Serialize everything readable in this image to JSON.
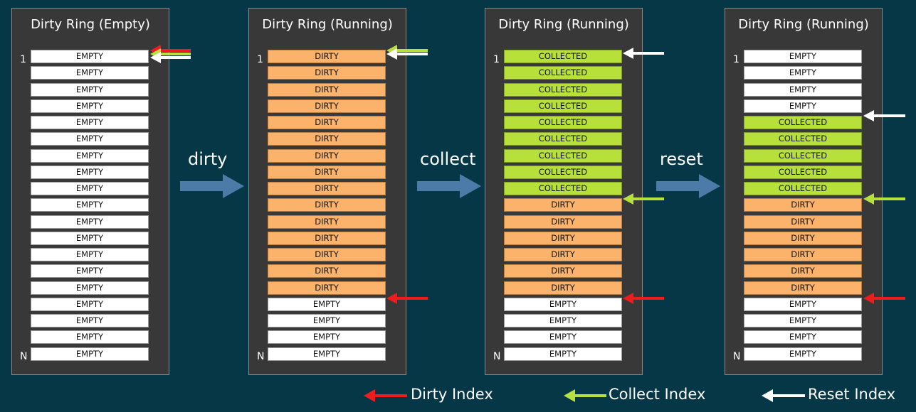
{
  "colors": {
    "background": "#053747",
    "panel": "#383838",
    "empty": "#ffffff",
    "dirty": "#fbb36b",
    "collected": "#b7e03a",
    "dirty_index": "#ee1c1c",
    "collect_index": "#b5e03d",
    "reset_index": "#ffffff",
    "step_arrow": "#4d7ba8"
  },
  "labels": {
    "empty": "EMPTY",
    "dirty": "DIRTY",
    "collected": "COLLECTED",
    "first_index": "1",
    "last_index": "N"
  },
  "panels": [
    {
      "title": "Dirty Ring (Empty)",
      "collected": 0,
      "dirty": 0
    },
    {
      "title": "Dirty Ring (Running)",
      "collected": 0,
      "dirty": 15
    },
    {
      "title": "Dirty Ring (Running)",
      "collected": 9,
      "dirty": 6
    },
    {
      "title": "Dirty Ring (Running)",
      "empty_before": 4,
      "collected": 5,
      "dirty": 6
    }
  ],
  "steps": [
    {
      "label": "dirty"
    },
    {
      "label": "collect"
    },
    {
      "label": "reset"
    }
  ],
  "legend": [
    {
      "label": "Dirty Index",
      "arrow": "red-arrow-icon"
    },
    {
      "label": "Collect Index",
      "arrow": "green-arrow-icon"
    },
    {
      "label": "Reset Index",
      "arrow": "white-arrow-icon"
    }
  ]
}
